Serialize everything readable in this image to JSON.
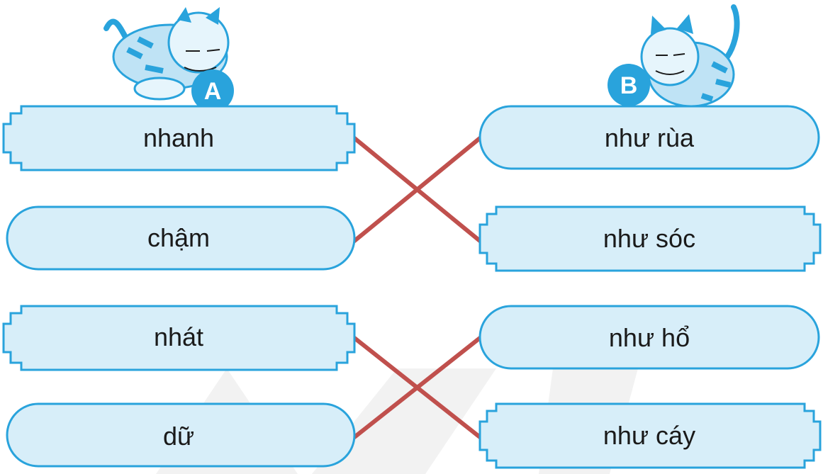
{
  "column_a": {
    "badge": "A",
    "items": [
      "nhanh",
      "chậm",
      "nhát",
      "dữ"
    ]
  },
  "column_b": {
    "badge": "B",
    "items": [
      "như rùa",
      "như sóc",
      "như hổ",
      "như cáy"
    ]
  },
  "matches": [
    {
      "a": "nhanh",
      "b": "như sóc"
    },
    {
      "a": "chậm",
      "b": "như rùa"
    },
    {
      "a": "nhát",
      "b": "như cáy"
    },
    {
      "a": "dữ",
      "b": "như hổ"
    }
  ],
  "colors": {
    "box_fill": "#d7eef9",
    "box_stroke": "#29a3dc",
    "line": "#c0504d",
    "cat": "#29a3dc",
    "watermark": "#f0f0f0"
  }
}
